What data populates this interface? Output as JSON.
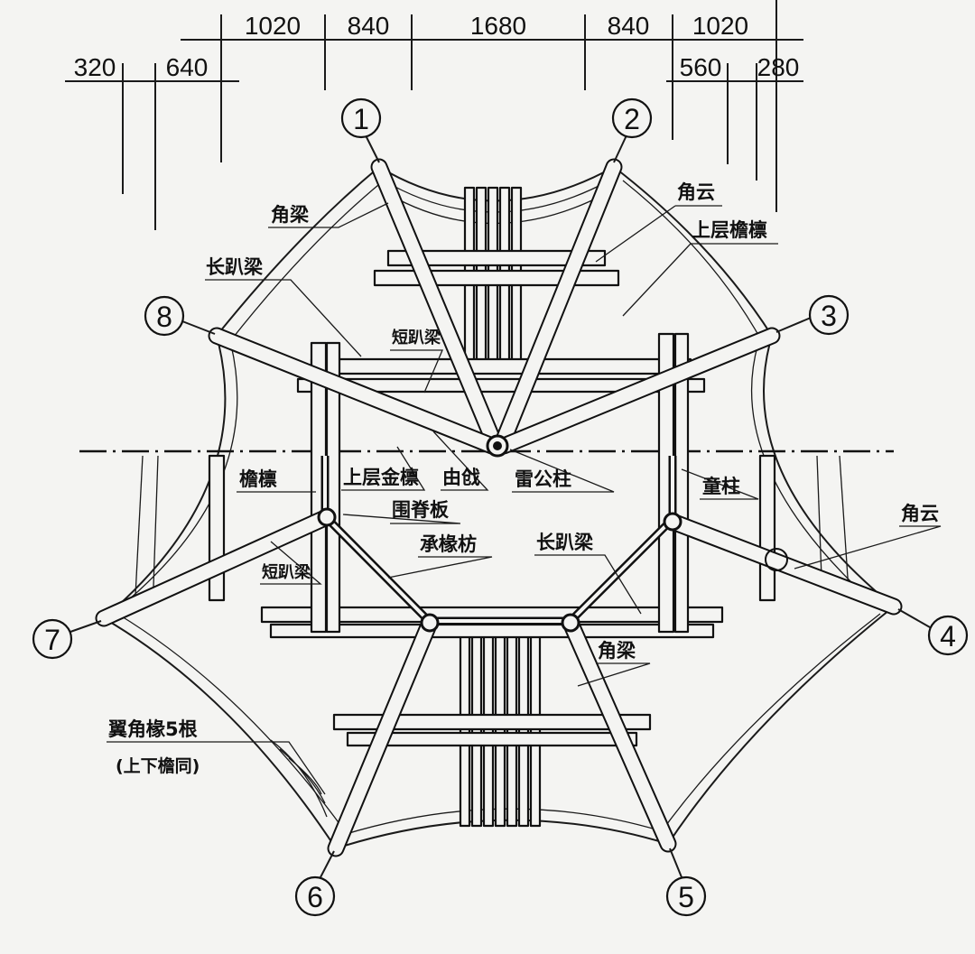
{
  "dimensions": {
    "top_row": [
      "1020",
      "840",
      "1680",
      "840",
      "1020"
    ],
    "left_row": [
      "320",
      "640"
    ],
    "right_row": [
      "560",
      "280"
    ]
  },
  "corners": [
    "1",
    "2",
    "3",
    "4",
    "5",
    "6",
    "7",
    "8"
  ],
  "labels": {
    "jiaoliang_top": "角梁",
    "changpaliang_left": "长趴梁",
    "jiaoyun_top": "角云",
    "shangceng_yanlin": "上层檐檩",
    "duanpaliang_top": "短趴梁",
    "yanlin": "檐檩",
    "shangceng_jinlin": "上层金檩",
    "youxi": "由戗",
    "leigongzhu": "雷公柱",
    "tongzhu": "童柱",
    "weijiban": "围脊板",
    "jiaoyun_right": "角云",
    "chengchuanfang": "承椽枋",
    "changpaliang_right": "长趴梁",
    "duanpaliang_left": "短趴梁",
    "jiaoliang_bottom": "角梁",
    "yijiaochuan": "翼角椽5根",
    "yijiaochuan_note": "(上下檐同)"
  }
}
